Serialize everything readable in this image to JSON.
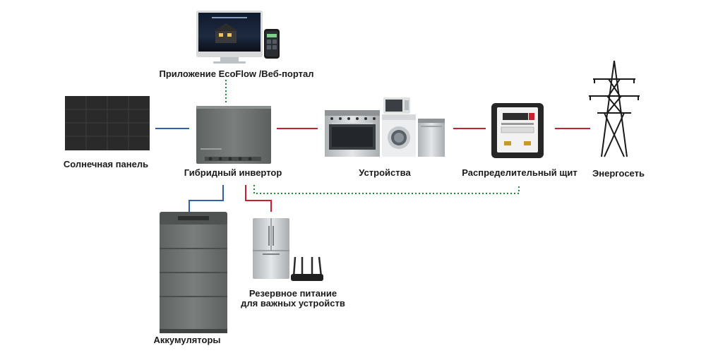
{
  "labels": {
    "app_portal": "Приложение EcoFlow /Веб-портал",
    "solar_panel": "Солнечная панель",
    "hybrid_inverter": "Гибридный инвертор",
    "appliances": "Устройства",
    "distribution_board": "Распределительный щит",
    "grid": "Энергосеть",
    "batteries": "Аккумуляторы",
    "backup_line1": "Резервное питание",
    "backup_line2": "для важных устройств"
  },
  "colors": {
    "dc_line": "#2f5fb0",
    "ac_line": "#c8202f",
    "data_line": "#1f8a3a",
    "device_grey": "#6f7372",
    "steel": "#c9ccce"
  },
  "icons": [
    "monitor-icon",
    "smartphone-icon",
    "solar-panel-icon",
    "inverter-icon",
    "stove-icon",
    "microwave-icon",
    "washing-machine-icon",
    "dishwasher-icon",
    "electric-meter-icon",
    "power-tower-icon",
    "battery-stack-icon",
    "refrigerator-icon",
    "router-icon"
  ]
}
